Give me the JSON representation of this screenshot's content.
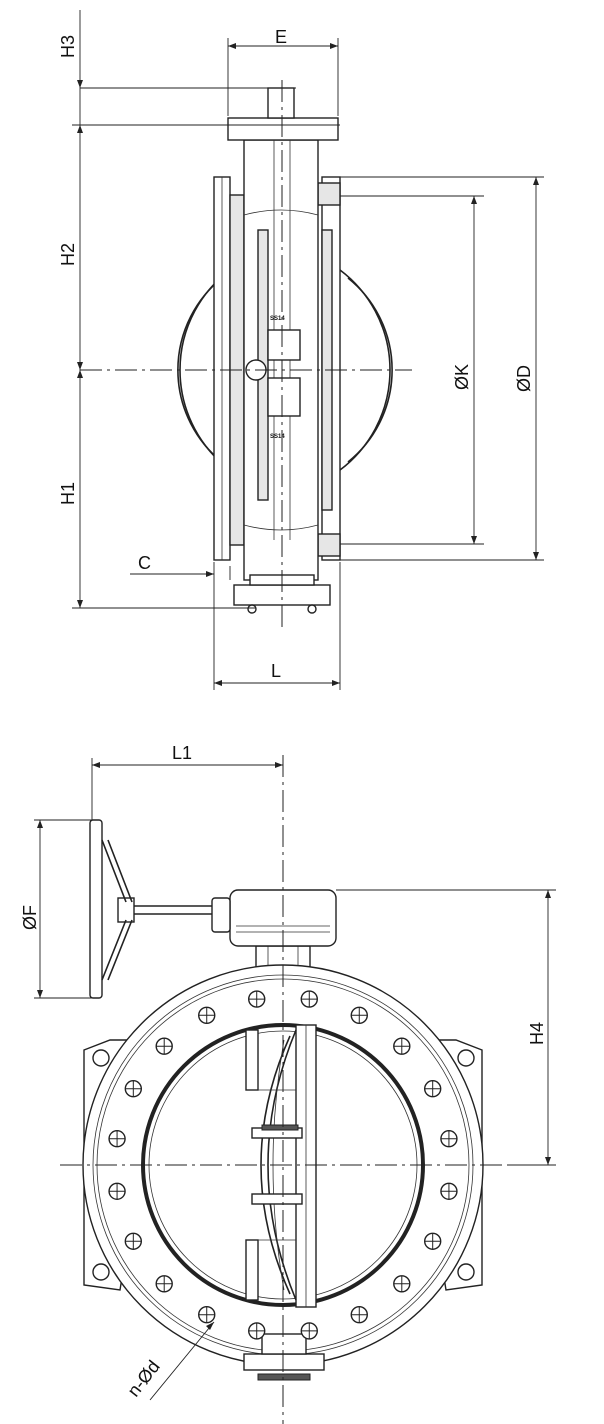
{
  "side_view": {
    "labels": {
      "h3": "H3",
      "e": "E",
      "h2": "H2",
      "h1": "H1",
      "c": "C",
      "l": "L",
      "k": "ØK",
      "d": "ØD"
    },
    "marks": {
      "top": "SS14",
      "bottom": "SS14"
    }
  },
  "front_view": {
    "labels": {
      "l1": "L1",
      "f": "ØF",
      "h4": "H4",
      "nd": "n-Ød"
    }
  }
}
